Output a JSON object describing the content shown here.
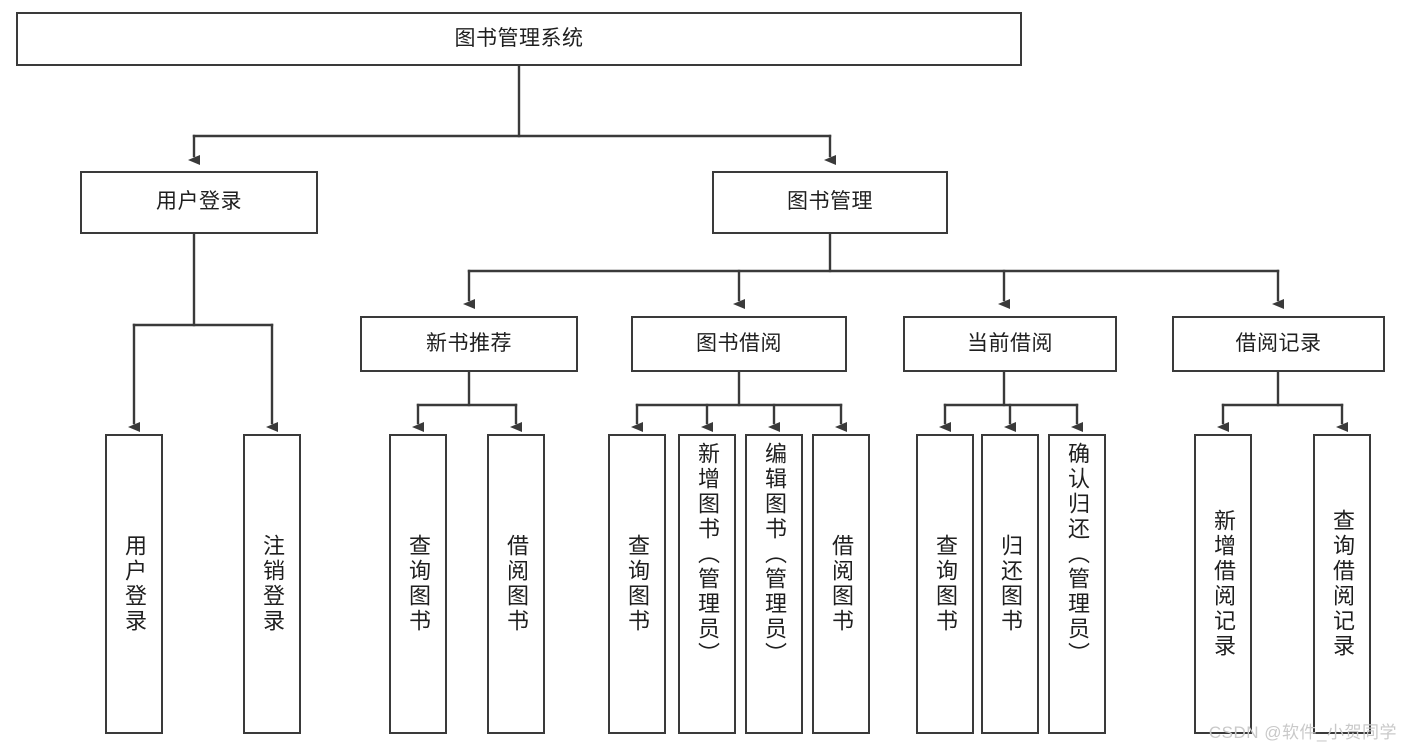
{
  "diagram": {
    "type": "tree-flowchart",
    "title": "图书管理系统",
    "watermark": "CSDN @软件_小贺同学",
    "colors": {
      "box_border": "#3a3a3a",
      "box_fill": "#ffffff",
      "connector": "#3a3a3a",
      "text": "#1f1f1f",
      "watermark": "#c9c9c9"
    },
    "nodes": {
      "root": {
        "label": "图书管理系统"
      },
      "level2": [
        {
          "label": "用户登录"
        },
        {
          "label": "图书管理"
        }
      ],
      "level3": [
        {
          "label": "新书推荐"
        },
        {
          "label": "图书借阅"
        },
        {
          "label": "当前借阅"
        },
        {
          "label": "借阅记录"
        }
      ],
      "leaves": {
        "user_login": [
          {
            "label": "用户登录"
          },
          {
            "label": "注销登录"
          }
        ],
        "new_book": [
          {
            "label": "查询图书"
          },
          {
            "label": "借阅图书"
          }
        ],
        "book_borrow": [
          {
            "label": "查询图书"
          },
          {
            "label": "新增图书（管理员）"
          },
          {
            "label": "编辑图书（管理员）"
          },
          {
            "label": "借阅图书"
          }
        ],
        "current_borrow": [
          {
            "label": "查询图书"
          },
          {
            "label": "归还图书"
          },
          {
            "label": "确认归还（管理员）"
          }
        ],
        "borrow_record": [
          {
            "label": "新增借阅记录"
          },
          {
            "label": "查询借阅记录"
          }
        ]
      }
    }
  }
}
